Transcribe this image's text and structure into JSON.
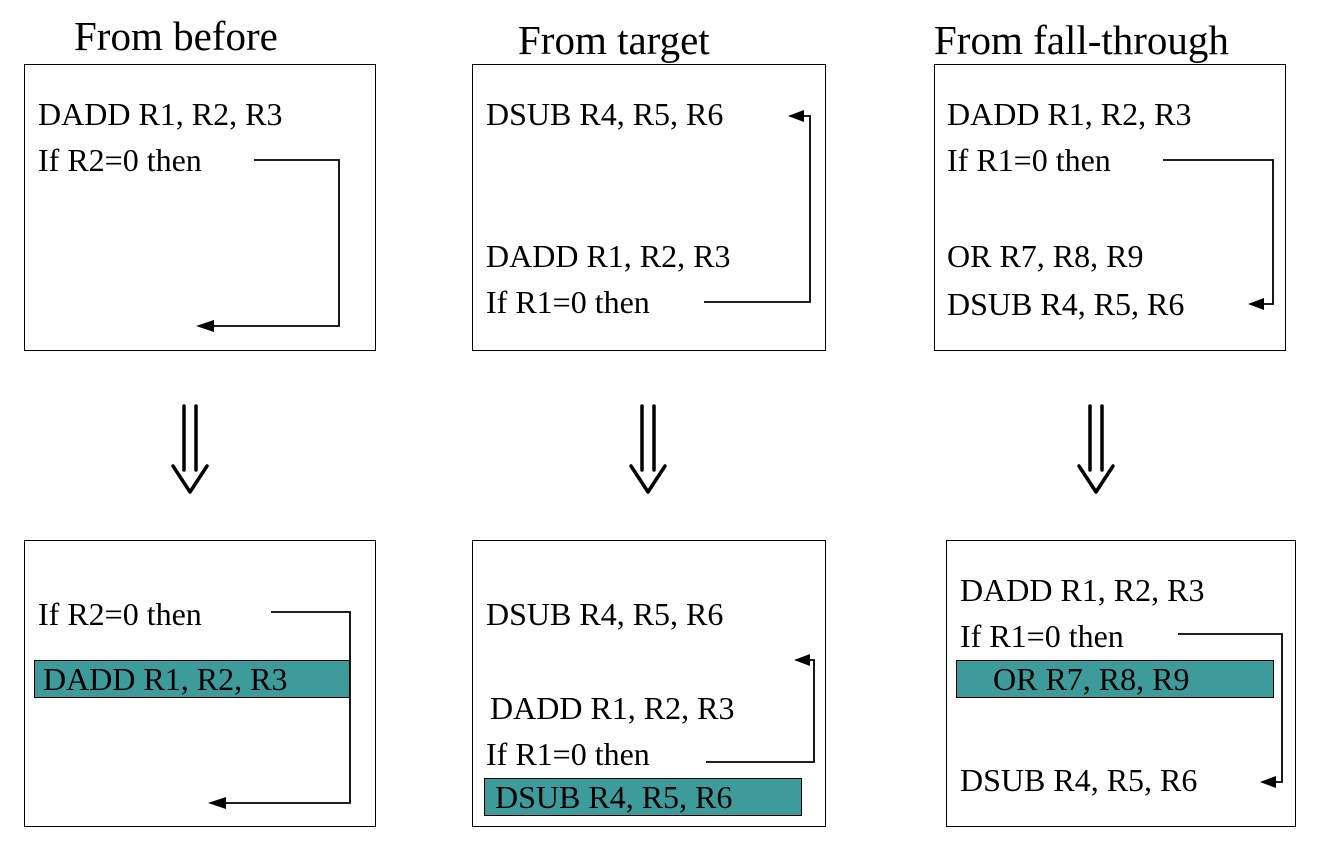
{
  "headings": {
    "col1": "From before",
    "col2": "From target",
    "col3": "From fall-through"
  },
  "col1": {
    "top": {
      "line1": "DADD R1, R2, R3",
      "line2": "If R2=0 then"
    },
    "bottom": {
      "line1": "If R2=0 then",
      "highlight": "DADD R1, R2, R3"
    }
  },
  "col2": {
    "top": {
      "line1": "DSUB R4, R5, R6",
      "line2": "DADD R1, R2, R3",
      "line3": "If R1=0 then"
    },
    "bottom": {
      "line1": "DSUB R4, R5, R6",
      "line2": "DADD R1, R2, R3",
      "line3": "If R1=0 then",
      "highlight": "DSUB R4, R5, R6"
    }
  },
  "col3": {
    "top": {
      "line1": "DADD R1, R2, R3",
      "line2": "If R1=0 then",
      "line3": "OR R7, R8, R9",
      "line4": "DSUB R4, R5, R6"
    },
    "bottom": {
      "line1": "DADD R1, R2, R3",
      "line2": "If R1=0 then",
      "highlight": "OR R7, R8, R9",
      "line3": "DSUB R4, R5, R6"
    }
  },
  "colors": {
    "highlight": "#3d9b9b",
    "stroke": "#000000"
  }
}
